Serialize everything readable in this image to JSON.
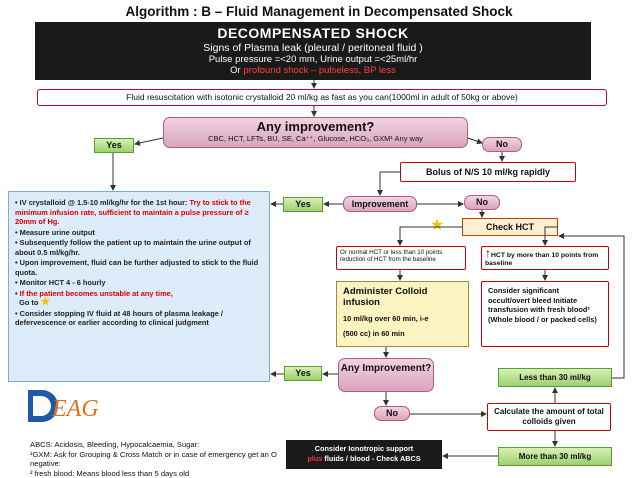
{
  "title": "Algorithm : B – Fluid Management in Decompensated Shock",
  "header": {
    "heading": "DECOMPENSATED SHOCK",
    "line1": "Signs of Plasma leak (pleural / peritoneal fluid )",
    "line2": "Pulse pressure =<20 mm, Urine output =<25ml/hr",
    "line3_prefix": "Or ",
    "line3_red": "profound shock – pulseless, BP less"
  },
  "fluid_resus": "Fluid resuscitation with isotonic crystalloid 20 ml/kg as fast as you can(1000ml in adult of 50kg or above)",
  "any_improvement_1": {
    "title": "Any improvement?",
    "sub": "CBC, HCT, LFTs, BU, SE, Ca⁺⁺, Glucose, HCO₃, GXM¹ Any way"
  },
  "yes_label": "Yes",
  "no_label": "No",
  "bolus": "Bolus of N/S 10 ml/kg rapidly",
  "improvement": "Improvement",
  "check_hct": "Check HCT",
  "or_normal": "Or normal HCT or less than 10 points reduction of HCT from the baseline",
  "hct_more": {
    "prefix": "HCT",
    "text": " by more than 10 points from baseline"
  },
  "colloid": {
    "heading": "Administer Colloid infusion",
    "line1": "10 ml/kg over 60 min, i-e",
    "line2": "(500 cc) in 60 min"
  },
  "significant": "Consider significant occult/overt bleed Initiate transfusion with fresh blood² (Whole blood / or packed cells)",
  "any_improvement_2": "Any Improvement?",
  "less_than_30": "Less than 30 ml/kg",
  "more_than_30": "More than 30 ml/kg",
  "calculate": "Calculate the amount of total colloids given",
  "ionotropic": {
    "line1": "Consider Ionotropic support",
    "red": "plus",
    "rest": " fluids / blood - Check ABCS"
  },
  "blue_box": {
    "item1_a": "IV crystalloid  @ 1.5-10 ml/kg/hr for the",
    "item1_b": "1st hour:",
    "item1_red": " Try to stick to the minimum infusion rate, sufficient to maintain a pulse pressure of  ≥ 20mm of Hg.",
    "item2": "Measure urine output",
    "item3": "Subsequently follow the patient up to maintain the urine output of about 0.5 ml/kg/hr.",
    "item4": "Upon improvement, fluid can be further adjusted to stick to the fluid quota.",
    "item5": "Monitor HCT 4 - 6 hourly",
    "item6_red": "If the patient becomes unstable at any time,",
    "item6_goto": "Go to",
    "item7": "Consider stopping IV fluid at 48 hours of plasma leakage / defervescence or earlier according to clinical judgment"
  },
  "logo_text": "EAG",
  "footnotes": {
    "f1": "ABCS: Acidosis, Bleeding, Hypocalcaemia, Sugar:",
    "f2": "¹GXM: Ask for Grouping & Cross Match or in case of emergency get an O negative:",
    "f3": "² fresh blood: Means blood less than 5 days old"
  },
  "colors": {
    "accent_red": "#cc0000",
    "pill_pink": "#d9a5bd",
    "green": "#9bd070",
    "blue_panel": "#dcecfa",
    "colloid_yellow": "#fbf3c0"
  }
}
